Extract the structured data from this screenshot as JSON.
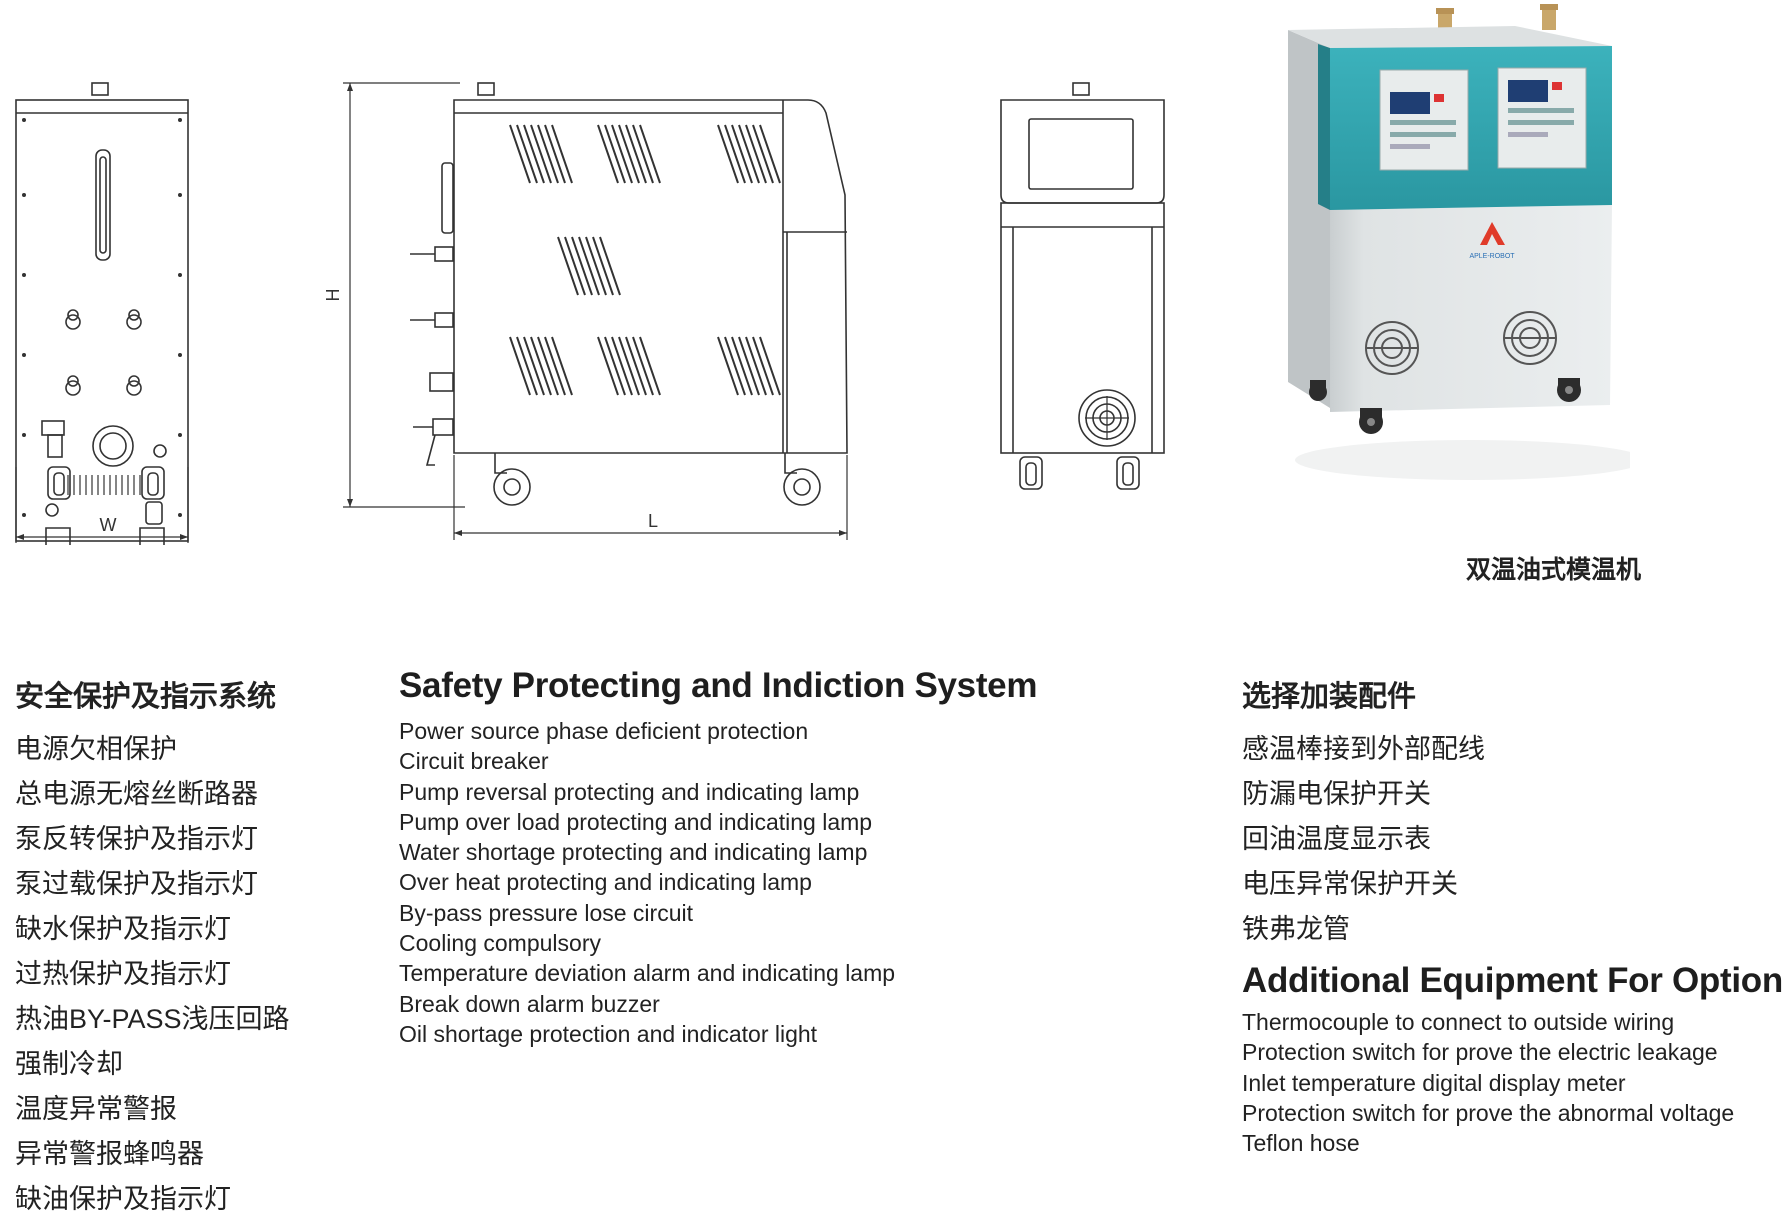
{
  "drawings": {
    "width_label": "W",
    "length_label": "L",
    "height_label": "H"
  },
  "product": {
    "logo_text": "APLE-ROBOT",
    "caption": "双温油式模温机"
  },
  "safety_cn": {
    "title": "安全保护及指示系统",
    "items": [
      "电源欠相保护",
      "总电源无熔丝断路器",
      "泵反转保护及指示灯",
      "泵过载保护及指示灯",
      "缺水保护及指示灯",
      "过热保护及指示灯",
      "热油BY-PASS浅压回路",
      "强制冷却",
      "温度异常警报",
      "异常警报蜂鸣器",
      "缺油保护及指示灯"
    ]
  },
  "safety_en": {
    "title": "Safety Protecting and Indiction System",
    "items": [
      "Power source phase deficient protection",
      "Circuit breaker",
      "Pump reversal protecting and indicating lamp",
      "Pump over load protecting and indicating lamp",
      "Water shortage protecting and indicating lamp",
      "Over heat protecting and indicating lamp",
      "By-pass pressure lose circuit",
      "Cooling compulsory",
      "Temperature deviation alarm and indicating lamp",
      "Break down alarm buzzer",
      "Oil shortage protection and indicator light"
    ]
  },
  "options_cn": {
    "title": "选择加装配件",
    "items": [
      "感温棒接到外部配线",
      "防漏电保护开关",
      "回油温度显示表",
      "电压异常保护开关",
      "铁弗龙管"
    ]
  },
  "options_en": {
    "title": "Additional Equipment For Option",
    "items": [
      "Thermocouple to connect to outside wiring",
      "Protection switch for prove the electric leakage",
      "Inlet temperature digital display meter",
      "Protection switch for prove the abnormal voltage",
      "Teflon hose"
    ]
  },
  "colors": {
    "panel_teal": "#2fa3ad",
    "body_grey": "#e4e7e8",
    "line": "#333333",
    "text": "#222222"
  }
}
